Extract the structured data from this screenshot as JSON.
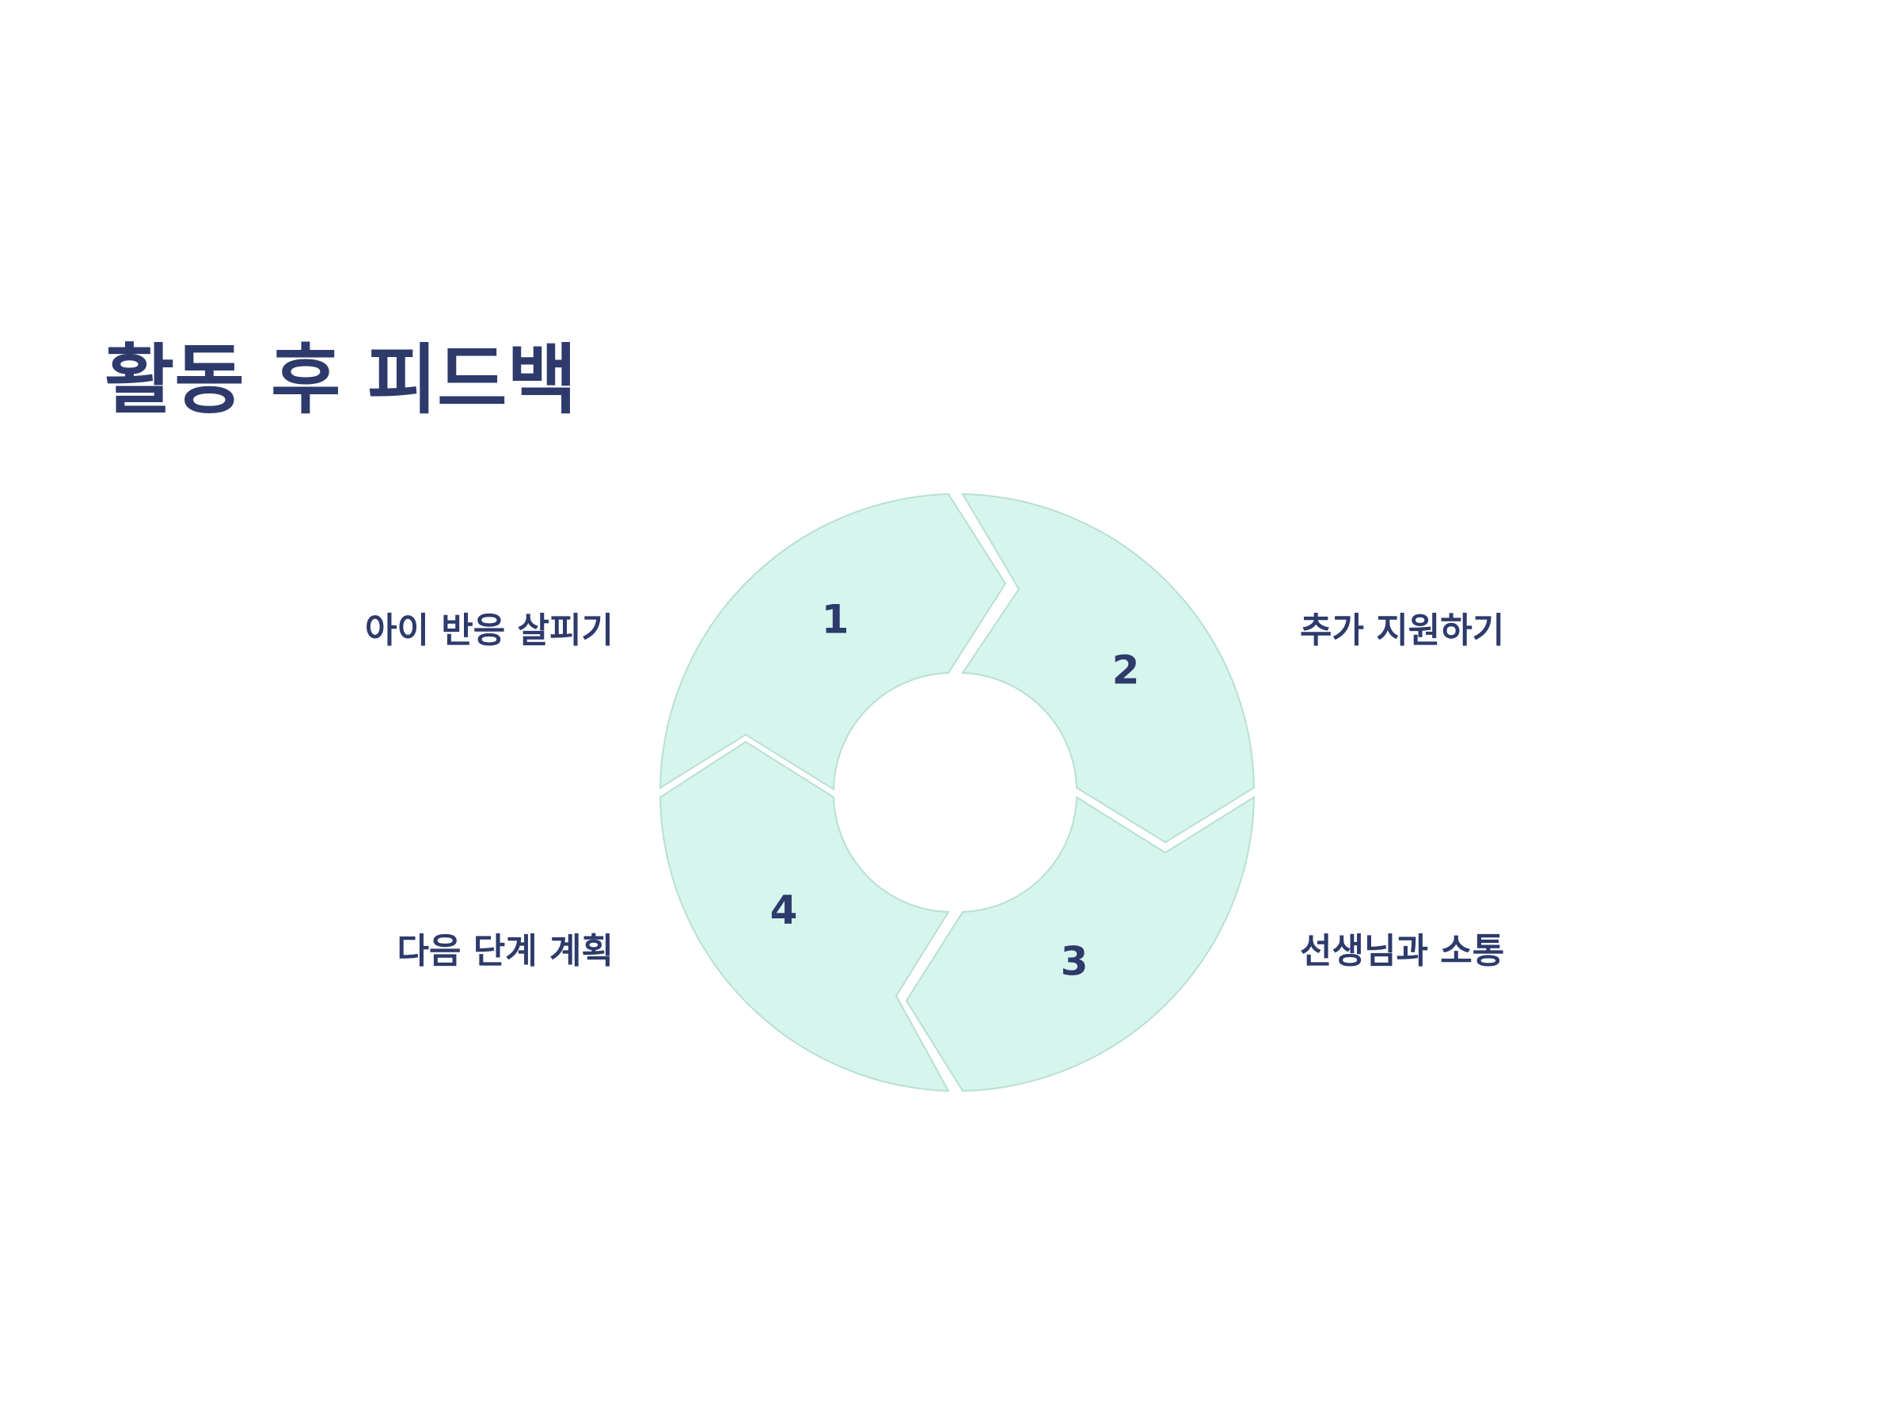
{
  "title": "활동 후 피드백",
  "steps": [
    {
      "number": "1",
      "label": "아이 반응 살피기"
    },
    {
      "number": "2",
      "label": "추가 지원하기"
    },
    {
      "number": "3",
      "label": "선생님과 소통"
    },
    {
      "number": "4",
      "label": "다음 단계 계획"
    }
  ],
  "colors": {
    "segment_fill": "#d6f5ec",
    "segment_stroke": "#b8e0d2",
    "text": "#2d3a6b",
    "background": "#ffffff"
  }
}
